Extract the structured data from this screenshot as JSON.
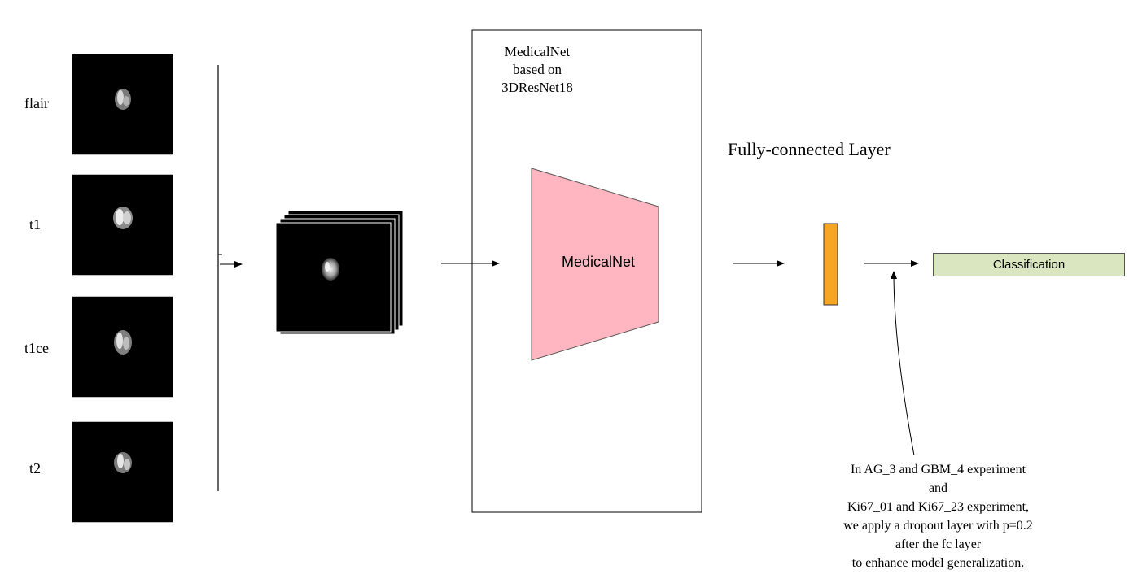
{
  "modalities": [
    {
      "label": "flair"
    },
    {
      "label": "t1"
    },
    {
      "label": "t1ce"
    },
    {
      "label": "t2"
    }
  ],
  "backbone": {
    "title_lines": [
      "MedicalNet",
      "based on",
      "3DResNet18"
    ],
    "block_label": "MedicalNet",
    "block_color": "#ffb6c1"
  },
  "fc_layer": {
    "title": "Fully-connected Layer",
    "color": "#f5a623"
  },
  "output": {
    "label": "Classification",
    "color": "#d9e6bf"
  },
  "note_lines": [
    "In AG_3 and GBM_4 experiment",
    "and",
    "Ki67_01 and Ki67_23 experiment,",
    "we apply a dropout layer with p=0.2",
    "after the fc layer",
    "to enhance model generalization."
  ],
  "icons": {
    "arrow": "arrow-right-icon",
    "brain": "brain-scan-icon"
  }
}
